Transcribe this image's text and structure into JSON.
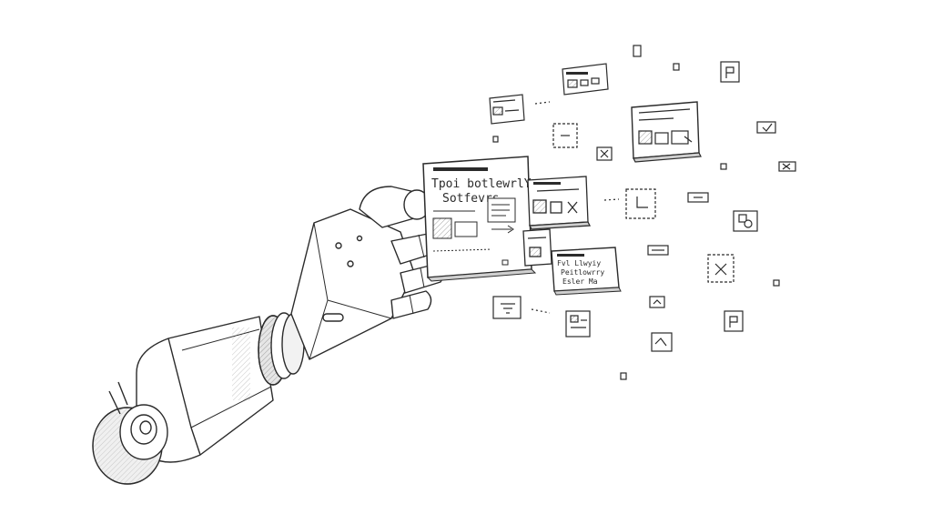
{
  "illustration": {
    "main_card": {
      "heading_line1": "Tpoi botlewrlY",
      "heading_line2": "Sotfevrs"
    },
    "side_card": {
      "heading_line1": "Fvl Llwyiy",
      "heading_line2": "Peitlowrry",
      "heading_line3": "Esler Ma"
    }
  },
  "colors": {
    "ink": "#2b2b2b",
    "paper": "#ffffff",
    "shade": "#d9d9d9"
  }
}
